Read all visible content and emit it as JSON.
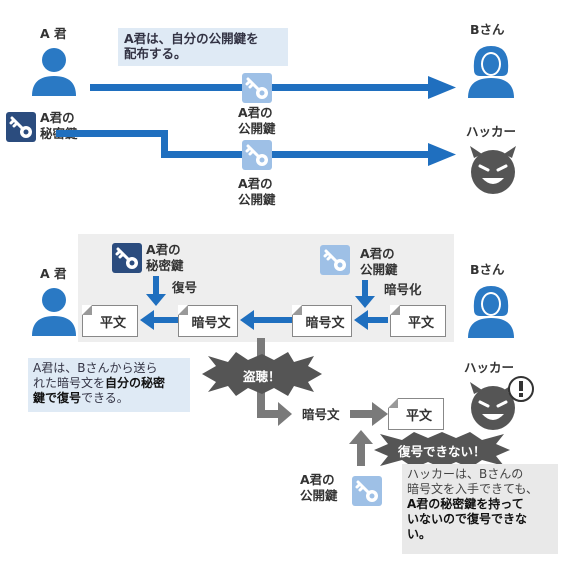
{
  "top": {
    "person_a": "A 君",
    "person_b": "Bさん",
    "hacker": "ハッカー",
    "private_key_line1": "A君の",
    "private_key_line2": "秘密鍵",
    "note": "A君は、自分の公開鍵を配布する。",
    "note_line1": "A君は、自分の公開鍵を",
    "note_line2": "配布する。",
    "pubkey_to_b_line1": "A君の",
    "pubkey_to_b_line2": "公開鍵",
    "pubkey_to_hacker_line1": "A君の",
    "pubkey_to_hacker_line2": "公開鍵"
  },
  "bottom": {
    "person_a": "A 君",
    "person_b": "Bさん",
    "private_key_line1": "A君の",
    "private_key_line2": "秘密鍵",
    "public_key_line1": "A君の",
    "public_key_line2": "公開鍵",
    "decrypt": "復号",
    "encrypt": "暗号化",
    "plaintext_a": "平文",
    "ciphertext_a": "暗号文",
    "ciphertext_b": "暗号文",
    "plaintext_b": "平文",
    "note_a_line1": "A君は、Bさんから送ら",
    "note_a_line2_pre": "れた暗号文を",
    "note_a_line2_bold": "自分の秘密",
    "note_a_line3_bold": "鍵で復号",
    "note_a_line3_post": "できる。",
    "eavesdrop": "盗聴！",
    "intercepted_cipher": "暗号文",
    "hacker_plaintext": "平文",
    "hacker": "ハッカー",
    "cannot_decrypt": "復号できない！",
    "hacker_pubkey_line1": "A君の",
    "hacker_pubkey_line2": "公開鍵",
    "hacker_note_line1": "ハッカーは、Bさんの",
    "hacker_note_line2": "暗号文を入手できても、",
    "hacker_note_line3_bold": "A君の秘密鍵を持って",
    "hacker_note_line4_bold": "いないので復号できな",
    "hacker_note_line5_bold": "い。"
  },
  "colors": {
    "blue_dark": "#1f6fbf",
    "person_blue": "#2a79c4",
    "key_dark": "#2b4c7e",
    "key_light": "#9ec0e6",
    "gray_arrow": "#7a7a7a",
    "burst": "#555555",
    "panel_gray": "#eeeeee",
    "note_blue": "#dfeaf5"
  },
  "icons": [
    "person-icon",
    "woman-icon",
    "devil-icon",
    "key-icon",
    "exclamation-icon",
    "burst-icon"
  ]
}
